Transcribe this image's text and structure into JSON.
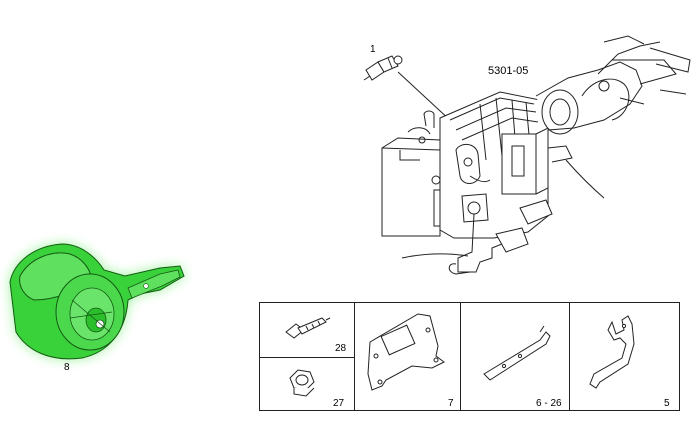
{
  "diagram": {
    "reference_code": "5301-05",
    "callouts": {
      "item_1": "1",
      "item_8": "8"
    },
    "parts_table": {
      "cells": [
        {
          "name": "bolt",
          "label": "28"
        },
        {
          "name": "nut",
          "label": "27"
        },
        {
          "name": "mounting-plate",
          "label": "7"
        },
        {
          "name": "strip-bracket",
          "label": "6 - 26"
        },
        {
          "name": "hook-bracket",
          "label": "5"
        }
      ]
    },
    "colors": {
      "line": "#222222",
      "highlight_fill": "#3ad23a",
      "highlight_glow": "#8ff08f"
    }
  }
}
